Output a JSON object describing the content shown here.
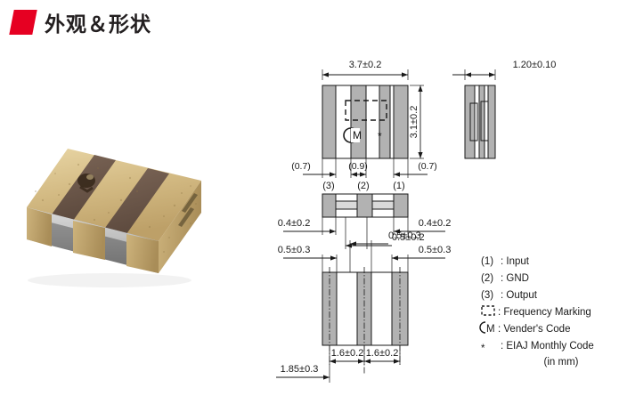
{
  "header": {
    "title": "外观＆形状",
    "icon": "red-parallelogram-icon",
    "accent_color": "#e60022"
  },
  "photo": {
    "caption": "",
    "description": "SAW filter chip component, gold plated electrodes on brown ceramic package",
    "colors": {
      "electrode_gold": "#d8c08a",
      "electrode_gold_dark": "#b99e63",
      "ceramic_brown": "#6e5a4c",
      "ceramic_brown_dark": "#55443a",
      "base_gray": "#8d8d8d",
      "base_light": "#c8c8c8"
    }
  },
  "drawing": {
    "units_note": "(in mm)",
    "top_view": {
      "width_dim": "3.7±0.2",
      "height_dim": "3.1±0.2",
      "pad_left_dim": "(0.7)",
      "pad_mid_dim": "(0.9)",
      "pad_right_dim": "(0.7)",
      "terminal_labels": [
        "(3)",
        "(2)",
        "(1)"
      ],
      "vender_mark": "M",
      "monthly_mark": "*"
    },
    "side_view": {
      "thickness_dim": "1.20±0.10"
    },
    "front_view": {
      "left_dim": "0.4±0.2",
      "right_dim": "0.4±0.2",
      "center_dim": "0.5±0.2"
    },
    "bottom_view": {
      "left_dim": "0.5±0.3",
      "center_dim": "0.5±0.3",
      "right_dim": "0.5±0.3",
      "pitch_left_dim": "1.6±0.2",
      "pitch_right_dim": "1.6±0.2",
      "offset_dim": "1.85±0.3"
    },
    "legend": [
      {
        "symbol": "(1)",
        "text": ": Input"
      },
      {
        "symbol": "(2)",
        "text": ": GND"
      },
      {
        "symbol": "(3)",
        "text": ": Output"
      },
      {
        "symbol": "dashed-box",
        "text": ": Frequency Marking"
      },
      {
        "symbol": "circle-M",
        "text": ": Vender's Code"
      },
      {
        "symbol": "*",
        "text": ": EIAJ Monthly Code"
      }
    ]
  }
}
